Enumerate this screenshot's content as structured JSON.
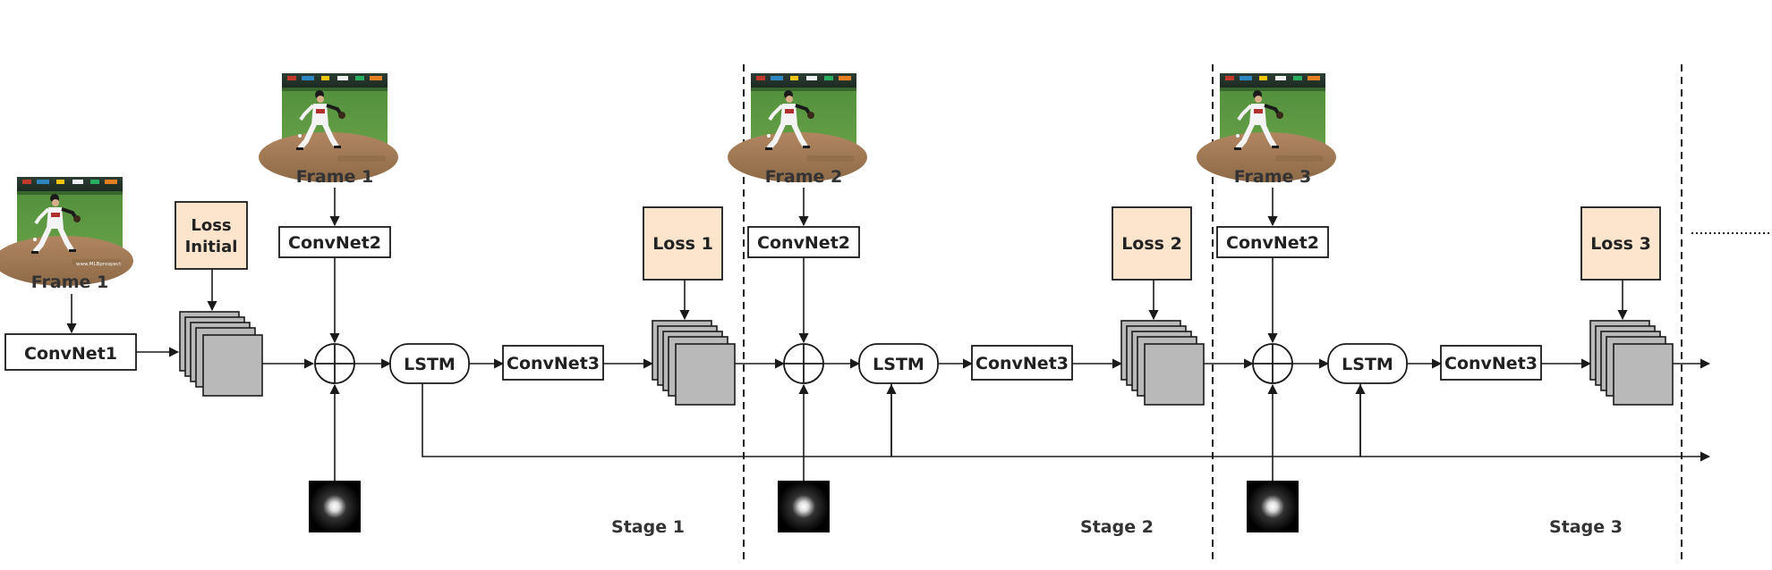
{
  "colors": {
    "loss_fill": "#fde4cc",
    "feature_map_fill": "#b9b9b9",
    "heatmap_bg": "#000000",
    "line": "#1a1a1a"
  },
  "input": {
    "frame_label": "Frame 1",
    "convnet1_label": "ConvNet1",
    "loss_initial_line1": "Loss",
    "loss_initial_line2": "Initial"
  },
  "stages": [
    {
      "frame_label": "Frame 1",
      "convnet2_label": "ConvNet2",
      "lstm_label": "LSTM",
      "convnet3_label": "ConvNet3",
      "loss_label": "Loss 1",
      "stage_label": "Stage 1"
    },
    {
      "frame_label": "Frame 2",
      "convnet2_label": "ConvNet2",
      "lstm_label": "LSTM",
      "convnet3_label": "ConvNet3",
      "loss_label": "Loss 2",
      "stage_label": "Stage 2"
    },
    {
      "frame_label": "Frame 3",
      "convnet2_label": "ConvNet2",
      "lstm_label": "LSTM",
      "convnet3_label": "ConvNet3",
      "loss_label": "Loss 3",
      "stage_label": "Stage 3"
    }
  ],
  "photo_watermark": "www.MLBprospect",
  "icons": [
    "baseball-pitcher-photo",
    "sum-node-icon",
    "gaussian-heatmap-icon",
    "feature-map-stack-icon"
  ]
}
